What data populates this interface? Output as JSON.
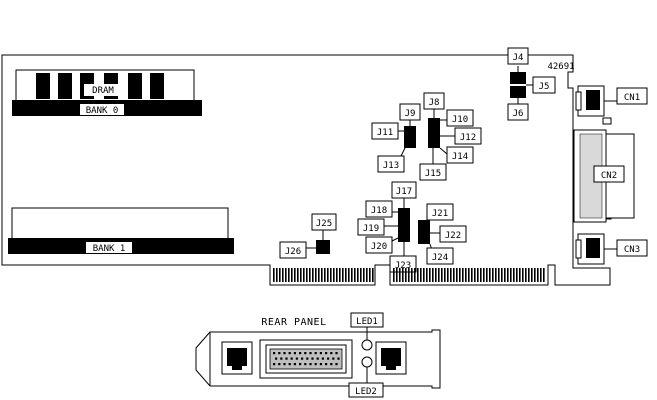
{
  "board": {
    "part_number": "42691",
    "dram_label": "DRAM",
    "bank0_label": "BANK 0",
    "bank1_label": "BANK 1"
  },
  "jumpers": {
    "j4": "J4",
    "j5": "J5",
    "j6": "J6",
    "j8": "J8",
    "j9": "J9",
    "j10": "J10",
    "j11": "J11",
    "j12": "J12",
    "j13": "J13",
    "j14": "J14",
    "j15": "J15",
    "j17": "J17",
    "j18": "J18",
    "j19": "J19",
    "j20": "J20",
    "j21": "J21",
    "j22": "J22",
    "j23": "J23",
    "j24": "J24",
    "j25": "J25",
    "j26": "J26"
  },
  "connectors": {
    "cn1": "CN1",
    "cn2": "CN2",
    "cn3": "CN3"
  },
  "rear_panel": {
    "title": "REAR PANEL",
    "led1": "LED1",
    "led2": "LED2"
  },
  "colors": {
    "ink": "#000000",
    "paper": "#ffffff"
  }
}
